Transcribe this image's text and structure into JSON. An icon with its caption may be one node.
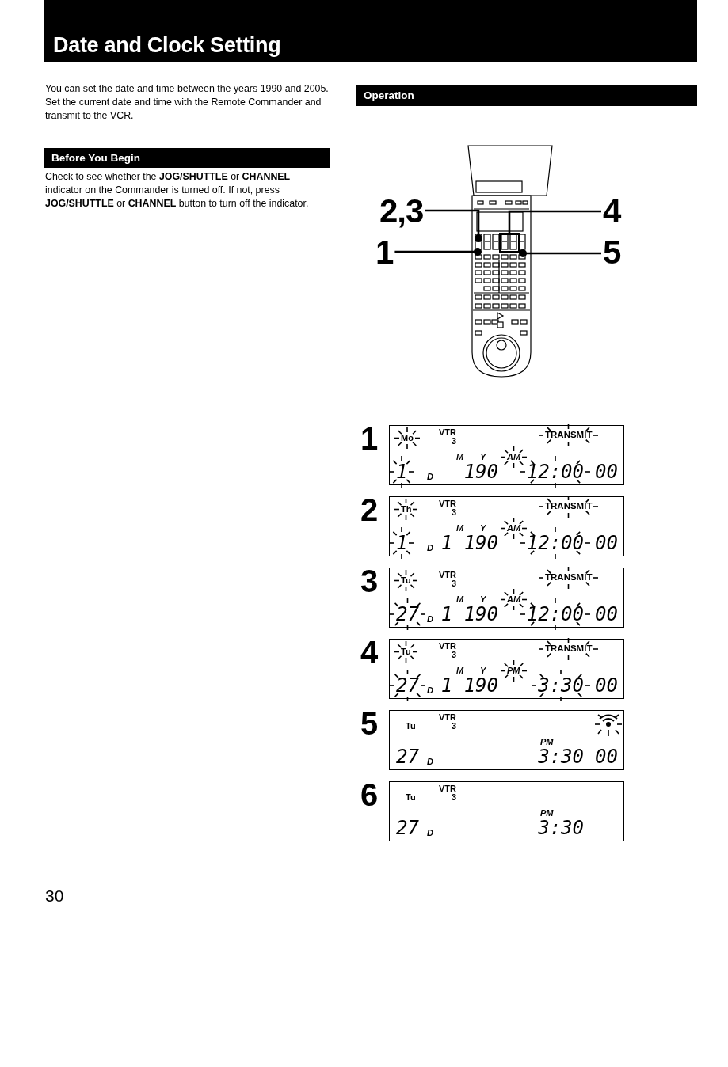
{
  "diagram": {
    "title": "Date and Clock Setting",
    "nodes": [
      {
        "text": [
          "Before You Begin"
        ]
      },
      {
        "text": [
          "Operation"
        ]
      },
      {
        "text": [
          "2,3"
        ]
      },
      {
        "text": [
          "4"
        ]
      },
      {
        "text": [
          "1"
        ]
      },
      {
        "text": [
          "5"
        ]
      },
      {
        "text": [
          "Mo",
          "VTR 3",
          "TRANSMIT",
          "M",
          "Y",
          "AM",
          "1",
          "D",
          "190",
          "12:00",
          "00"
        ],
        "beside": [
          "1"
        ]
      },
      {
        "text": [
          "Th",
          "VTR 3",
          "TRANSMIT",
          "M",
          "Y",
          "AM",
          "1",
          "D",
          "1 190",
          "12:00",
          "00"
        ],
        "beside": [
          "2"
        ]
      },
      {
        "text": [
          "Tu",
          "VTR 3",
          "TRANSMIT",
          "M",
          "Y",
          "AM",
          "27",
          "D",
          "1 190",
          "12:00",
          "00"
        ],
        "beside": [
          "3"
        ]
      },
      {
        "text": [
          "Tu",
          "VTR 3",
          "TRANSMIT",
          "M",
          "Y",
          "PM",
          "27",
          "D",
          "1 190",
          "3:30",
          "00"
        ],
        "beside": [
          "4"
        ]
      },
      {
        "text": [
          "Tu",
          "VTR 3",
          "PM",
          "27",
          "D",
          "3:30",
          "00"
        ],
        "beside": [
          "5"
        ]
      },
      {
        "text": [
          "Tu",
          "VTR 3",
          "PM",
          "27",
          "D",
          "3:30"
        ],
        "beside": [
          "6"
        ]
      }
    ],
    "edges": [
      {
        "from": 2,
        "to": null,
        "arrow": "other"
      },
      {
        "from": 3,
        "to": null,
        "arrow": "other"
      },
      {
        "from": 4,
        "to": null,
        "arrow": "other"
      },
      {
        "from": 5,
        "to": null,
        "arrow": "other"
      }
    ],
    "labels": [
      "You can set the date and time between the years 1990 and 2005. Set the current date and time with the Remote Commander and transmit to the VCR.",
      "Check to see whether the **JOG/SHUTTLE** or **CHANNEL** indicator on the Commander is turned off. If not, press **JOG/SHUTTLE** or **CHANNEL** button to turn off the indicator.",
      "30"
    ]
  }
}
